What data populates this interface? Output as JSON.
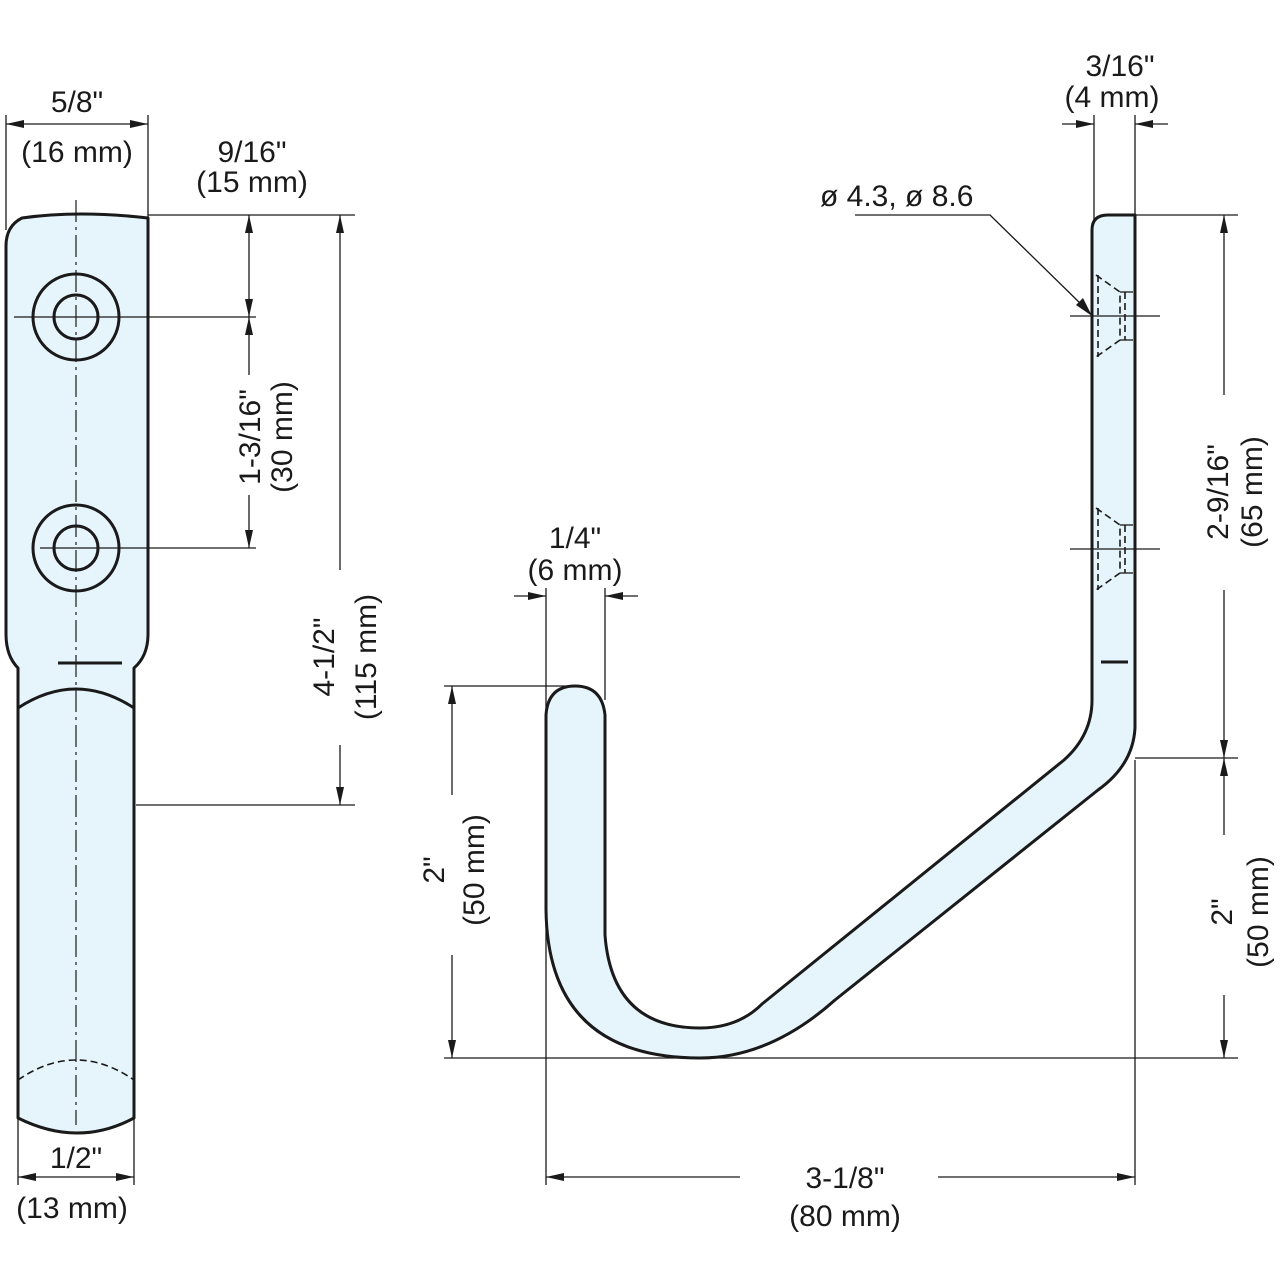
{
  "drawing": {
    "side_view": {
      "width_top": {
        "imperial": "5/8\"",
        "metric": "(16 mm)"
      },
      "top_to_hole": {
        "imperial": "9/16\"",
        "metric": "(15 mm)"
      },
      "hole_spacing": {
        "imperial": "1-3/16\"",
        "metric": "(30 mm)"
      },
      "overall_height": {
        "imperial": "4-1/2\"",
        "metric": "(115 mm)"
      },
      "width_bottom": {
        "imperial": "1/2\"",
        "metric": "(13 mm)"
      }
    },
    "front_view": {
      "thickness": {
        "imperial": "3/16\"",
        "metric": "(4 mm)"
      },
      "hole_spec": "ø 4.3, ø 8.6",
      "flat_length": {
        "imperial": "2-9/16\"",
        "metric": "(65 mm)"
      },
      "lower_height": {
        "imperial": "2\"",
        "metric": "(50 mm)"
      },
      "tip_thickness": {
        "imperial": "1/4\"",
        "metric": "(6 mm)"
      },
      "hook_height": {
        "imperial": "2\"",
        "metric": "(50 mm)"
      },
      "overall_width": {
        "imperial": "3-1/8\"",
        "metric": "(80 mm)"
      }
    }
  }
}
